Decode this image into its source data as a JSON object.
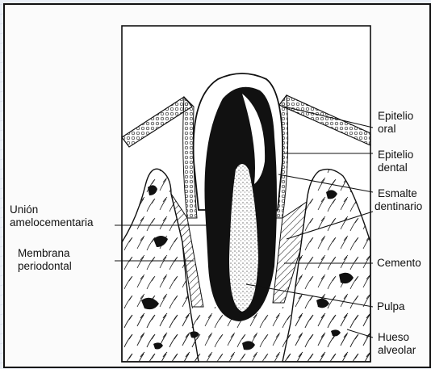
{
  "labels": {
    "epitelio_oral": [
      "Epitelio",
      "oral"
    ],
    "epitelio_dental": [
      "Epitelio",
      "dental"
    ],
    "esmalte_dentinario": [
      "Esmalte",
      "dentinario"
    ],
    "union_amelocementaria": [
      "Unión",
      "amelocementaria"
    ],
    "membrana_periodontal": [
      "Membrana",
      "periodontal"
    ],
    "cemento": [
      "Cemento"
    ],
    "pulpa": [
      "Pulpa"
    ],
    "hueso_alveolar": [
      "Hueso",
      "alveolar"
    ]
  },
  "colors": {
    "ink": "#111111",
    "paper": "#ffffff",
    "scan_background": "#e9eef6",
    "frame_background": "#fbfbfb"
  }
}
